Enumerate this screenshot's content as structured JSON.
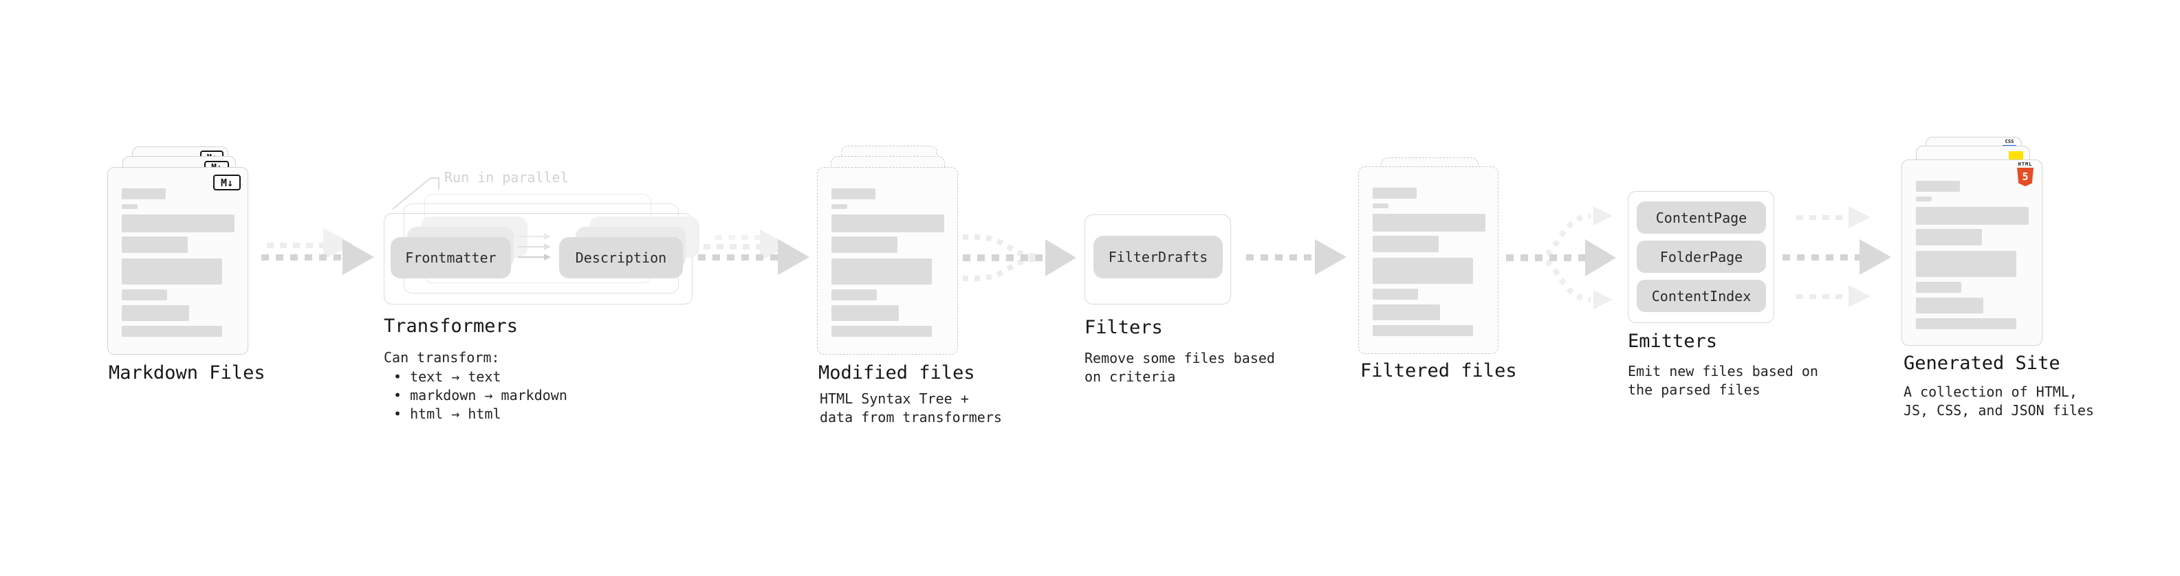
{
  "stages": {
    "markdown": {
      "label": "Markdown Files",
      "badge": "M↓"
    },
    "transformers": {
      "title": "Transformers",
      "annotation": "Run in parallel",
      "pill_from": "Frontmatter",
      "pill_to": "Description",
      "caption": "Can transform:",
      "bullets": [
        "• text → text",
        "• markdown → markdown",
        "• html → html"
      ]
    },
    "modified": {
      "label": "Modified files",
      "subtitle": [
        "HTML Syntax Tree +",
        "data from transformers"
      ]
    },
    "filters": {
      "title": "Filters",
      "pill": "FilterDrafts",
      "subtitle": [
        "Remove some files based",
        "on criteria"
      ]
    },
    "filtered": {
      "label": "Filtered files"
    },
    "emitters": {
      "title": "Emitters",
      "pills": [
        "ContentPage",
        "FolderPage",
        "ContentIndex"
      ],
      "subtitle": [
        "Emit new files based on",
        "the parsed files"
      ]
    },
    "generated": {
      "label": "Generated Site",
      "subtitle": [
        "A collection of HTML,",
        "JS, CSS, and JSON files"
      ],
      "badges": {
        "css": "CSS",
        "html_label": "HTML",
        "html_number": "5"
      }
    }
  },
  "colors": {
    "accent_orange": "#e44d26",
    "accent_yellow": "#ffe000",
    "accent_blue": "#2764e8",
    "ink": "#1b1b1b",
    "skeleton": "#dcdcdc",
    "arrow": "#d4d4d4"
  }
}
